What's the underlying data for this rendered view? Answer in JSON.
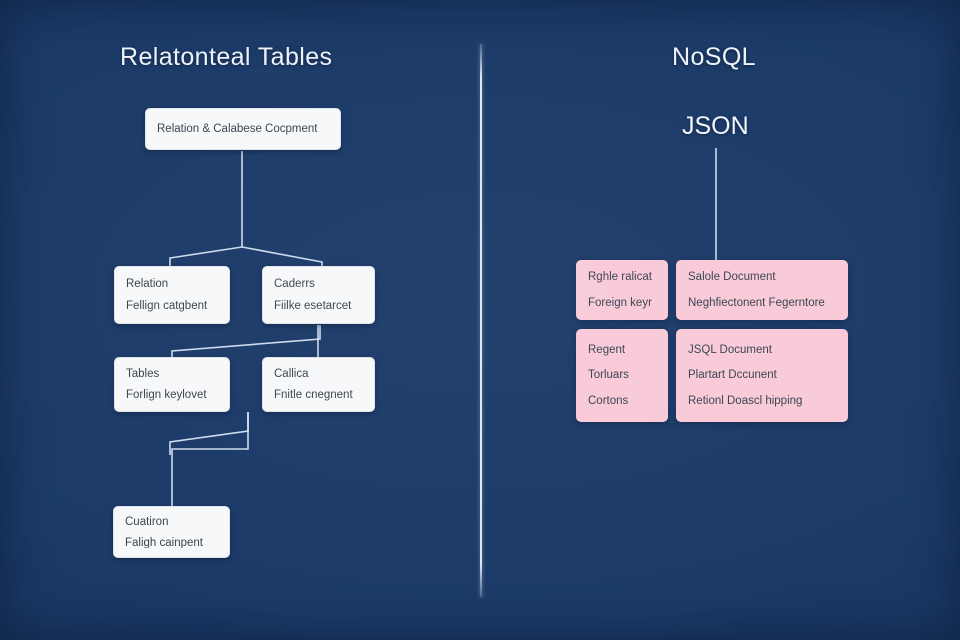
{
  "canvas": {
    "background": "#1b3a68",
    "accent_line": "#dce8f8",
    "node_fill": "#f7f8fa",
    "pink_fill": "#f9cad8",
    "text_dark": "#3c434f",
    "text_light": "#eef3fb"
  },
  "left_panel": {
    "title": "Relatonteal  Tables",
    "root": {
      "line1": "Relation & Calabese Cocpment"
    },
    "row2": [
      {
        "line1": "Relation",
        "line2": "Fellign catgbent"
      },
      {
        "line1": "Caderrs",
        "line2": "Fiilke esetarcet"
      }
    ],
    "row3": [
      {
        "line1": "Tables",
        "line2": "Forlign keylovet"
      },
      {
        "line1": "Callica",
        "line2": "Fnitle cnegnent"
      }
    ],
    "row4": [
      {
        "line1": "Cuatiron",
        "line2": "Faligh cainpent"
      }
    ]
  },
  "right_panel": {
    "title": "NoSQL",
    "subtitle": "JSON",
    "row1": [
      {
        "line1": "Rghle ralicat",
        "line2": "Foreign keyr"
      },
      {
        "line1": "Salole Document",
        "line2": "Neghfiectonent Fegerntore"
      }
    ],
    "row2": [
      {
        "line1": "Regent",
        "line2": "Torluars",
        "line3": "Cortons"
      },
      {
        "line1": "JSQL Document",
        "line2": "Plartart Dccunent",
        "line3": "Retionl Doascl hipping"
      }
    ]
  }
}
